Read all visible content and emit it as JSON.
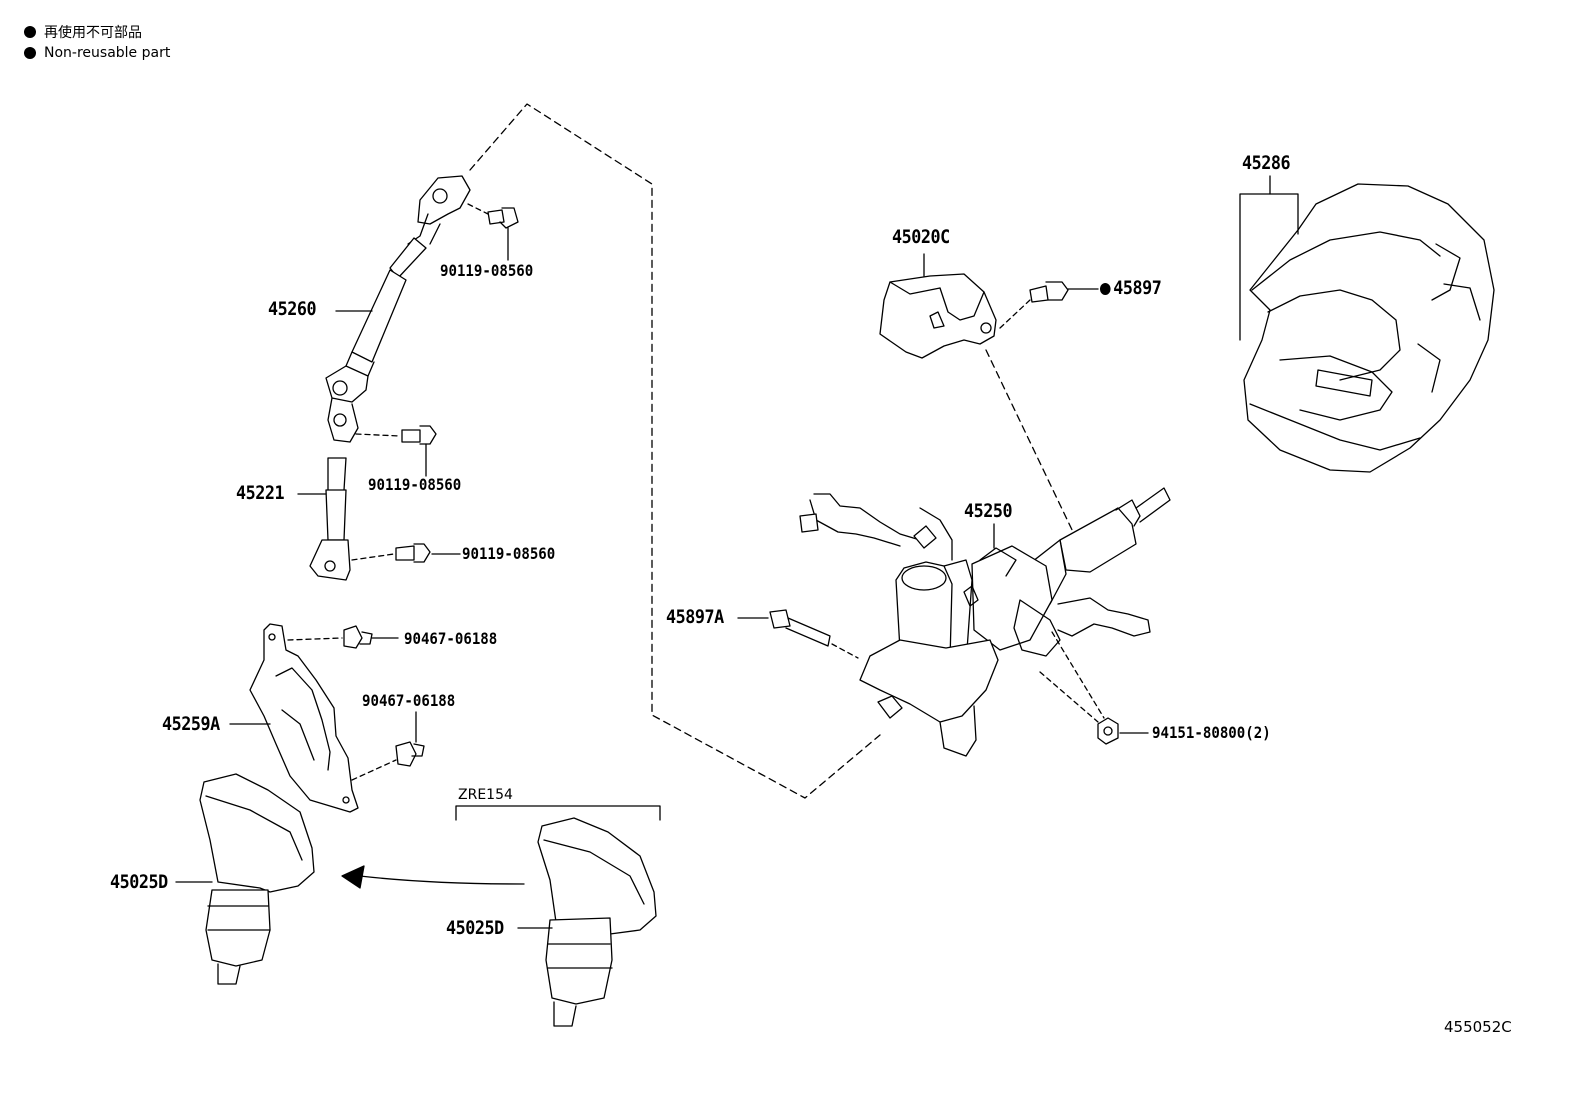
{
  "legend": {
    "jp": "再使用不可部品",
    "en": "Non-reusable part"
  },
  "parts": {
    "p45260": "45260",
    "p90119_a": "90119-08560",
    "p90119_b": "90119-08560",
    "p90119_c": "90119-08560",
    "p45221": "45221",
    "p90467_a": "90467-06188",
    "p90467_b": "90467-06188",
    "p45259A": "45259A",
    "p45025D_a": "45025D",
    "p45025D_b": "45025D",
    "p45020C": "45020C",
    "p45897": "45897",
    "p45286": "45286",
    "p45250": "45250",
    "p45897A": "45897A",
    "p94151": "94151-80800(2)"
  },
  "variant_note": "ZRE154",
  "diagram_code": "455052C",
  "non_reusable_parts": [
    "45897"
  ]
}
